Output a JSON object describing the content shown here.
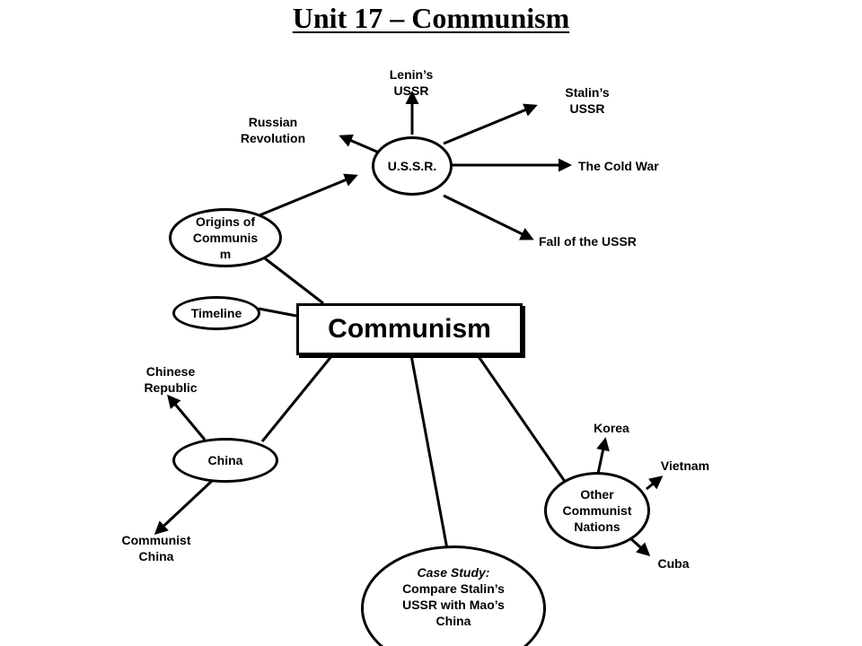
{
  "title": "Unit 17 – Communism",
  "center": "Communism",
  "nodes": {
    "ussr": "U.S.S.R.",
    "origins": "Origins of\nCommunis\nm",
    "timeline": "Timeline",
    "china": "China",
    "other": "Other\nCommunist\nNations",
    "case_study_line1": "Case Study:",
    "case_study_rest": "Compare Stalin’s\nUSSR with Mao’s\nChina"
  },
  "labels": {
    "lenin": "Lenin’s\nUSSR",
    "stalin": "Stalin’s\nUSSR",
    "russian_revolution": "Russian\nRevolution",
    "cold_war": "The Cold War",
    "fall": "Fall of the USSR",
    "chinese_republic": "Chinese\nRepublic",
    "communist_china": "Communist\nChina",
    "korea": "Korea",
    "vietnam": "Vietnam",
    "cuba": "Cuba"
  }
}
